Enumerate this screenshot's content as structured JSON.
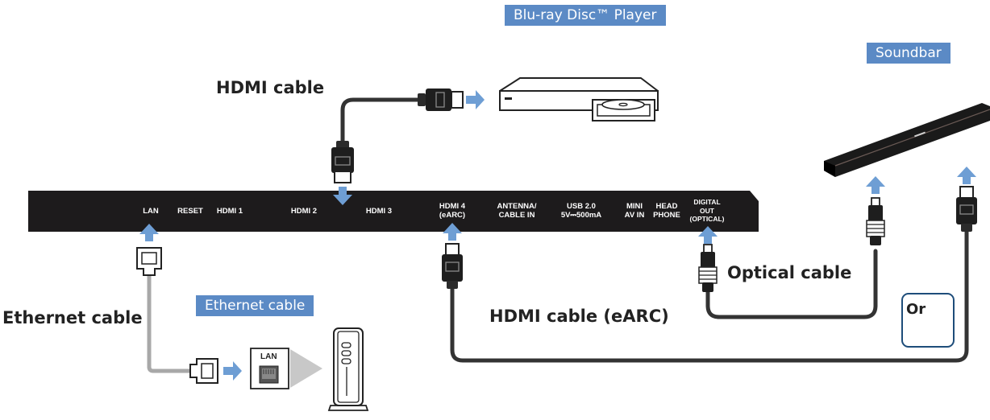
{
  "devices": {
    "bluray_label": "Blu-ray Disc™ Player",
    "soundbar_label": "Soundbar",
    "ethernet_label": "Ethernet cable"
  },
  "cables": {
    "hdmi": "HDMI cable",
    "hdmi_earc": "HDMI cable (eARC)",
    "optical": "Optical cable",
    "ethernet": "Ethernet cable",
    "or": "Or"
  },
  "ports": {
    "lan": "LAN",
    "reset": "RESET",
    "hdmi1": "HDMI 1",
    "hdmi2": "HDMI 2",
    "hdmi3": "HDMI 3",
    "hdmi4": "HDMI 4\n(eARC)",
    "antenna": "ANTENNA/\nCABLE IN",
    "usb": "USB 2.0\n5V⎓500mA",
    "mini_av": "MINI\nAV IN",
    "headphone": "HEAD\nPHONE",
    "digital_out": "DIGITAL\nOUT\n(OPTICAL)"
  },
  "router": {
    "lan_port_label": "LAN"
  },
  "colors": {
    "panel": "#1d1b1c",
    "arrow": "#6e9ed4",
    "label_bg": "#5b8ac5",
    "hdmi_cable": "#333333",
    "ethernet_cable": "#a8a8a8",
    "or_border": "#1e4d7a"
  }
}
